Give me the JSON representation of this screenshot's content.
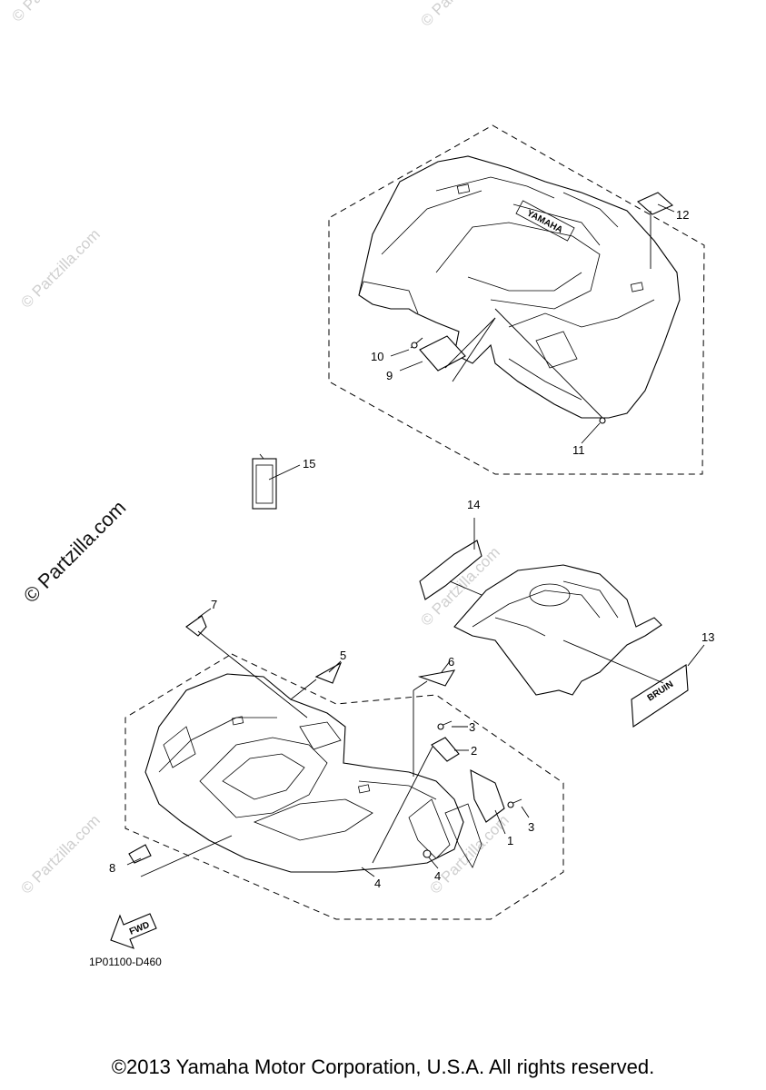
{
  "watermark": {
    "main": "© Partzilla.com",
    "faint": "© Partzilla.com"
  },
  "callouts": {
    "c1": "1",
    "c2": "2",
    "c3a": "3",
    "c3b": "3",
    "c4a": "4",
    "c4b": "4",
    "c5": "5",
    "c6": "6",
    "c7": "7",
    "c8": "8",
    "c9": "9",
    "c10": "10",
    "c11": "11",
    "c12": "12",
    "c13": "13",
    "c14": "14",
    "c15": "15"
  },
  "labels": {
    "fwd": "FWD",
    "rear_logo": "YAMAHA",
    "decal_text": "BRUIN"
  },
  "diagram_code": "1P01100-D460",
  "copyright": "©2013 Yamaha Motor Corporation, U.S.A. All rights reserved."
}
